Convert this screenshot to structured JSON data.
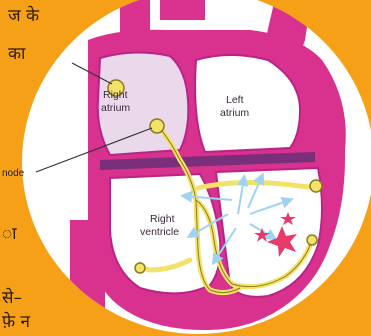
{
  "page_text": {
    "line_1": "ज के",
    "line_2": "का",
    "line_3": "ा",
    "line_4": "से–",
    "line_5": "फ़े  न"
  },
  "diagram": {
    "labels": {
      "right_atrium_1": "Right",
      "right_atrium_2": "atrium",
      "left_atrium_1": "Left",
      "left_atrium_2": "atrium",
      "right_ventricle_1": "Right",
      "right_ventricle_2": "ventricle",
      "node": "node"
    },
    "colors": {
      "background": "#f5a017",
      "heart_pink": "#d9318e",
      "chamber_lilac": "#ead9ea",
      "pathway_yellow": "#f3e26a",
      "impulse_arrows": "#9fd3f2",
      "excitation_star": "#e83a6a"
    }
  }
}
